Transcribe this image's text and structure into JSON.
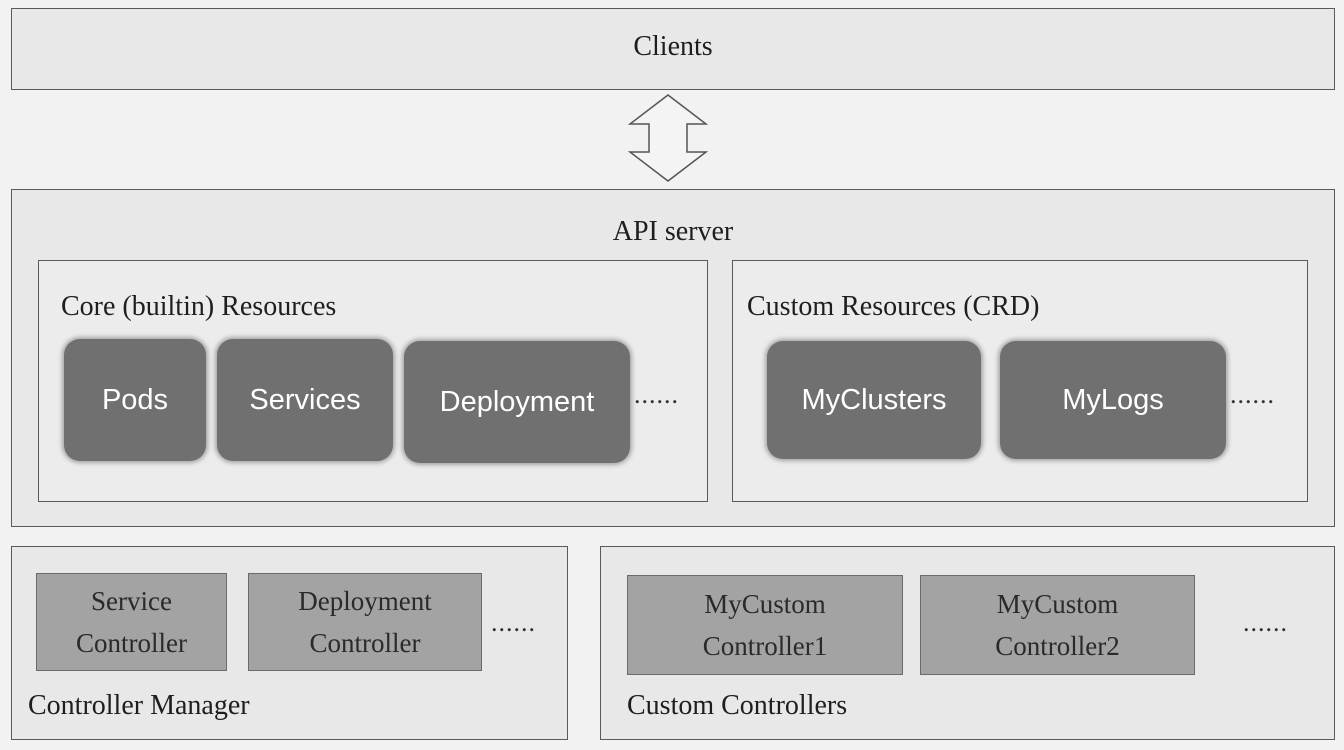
{
  "clients": {
    "label": "Clients"
  },
  "api_server": {
    "label": "API server",
    "core": {
      "label": "Core (builtin) Resources",
      "items": [
        "Pods",
        "Services",
        "Deployment"
      ],
      "more": "......"
    },
    "custom": {
      "label": "Custom Resources (CRD)",
      "items": [
        "MyClusters",
        "MyLogs"
      ],
      "more": "......"
    }
  },
  "controller_manager": {
    "label": "Controller Manager",
    "controllers": [
      {
        "line1": "Service",
        "line2": "Controller"
      },
      {
        "line1": "Deployment",
        "line2": "Controller"
      }
    ],
    "more": "......"
  },
  "custom_controllers": {
    "label": "Custom Controllers",
    "controllers": [
      {
        "line1": "MyCustom",
        "line2": "Controller1"
      },
      {
        "line1": "MyCustom",
        "line2": "Controller2"
      }
    ],
    "more": "......"
  },
  "colors": {
    "background": "#f2f2f2",
    "box_fill": "#e8e8e8",
    "pill_fill": "#707070",
    "controller_fill": "#a3a3a3"
  }
}
